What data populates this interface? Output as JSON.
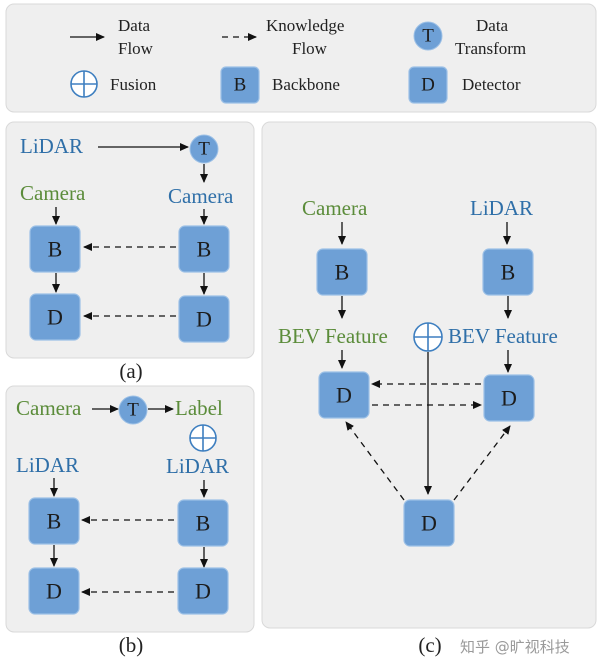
{
  "legend": {
    "data_flow": [
      "Data",
      "Flow"
    ],
    "knowledge_flow": [
      "Knowledge",
      "Flow"
    ],
    "data_transform": [
      "Data",
      "Transform"
    ],
    "transform_symbol": "T",
    "fusion": "Fusion",
    "backbone_symbol": "B",
    "backbone": "Backbone",
    "detector_symbol": "D",
    "detector": "Detector"
  },
  "panel_a": {
    "caption": "(a)",
    "lidar": "LiDAR",
    "transform": "T",
    "camera_left": "Camera",
    "camera_right": "Camera",
    "backbone_left": "B",
    "backbone_right": "B",
    "detector_left": "D",
    "detector_right": "D"
  },
  "panel_b": {
    "caption": "(b)",
    "camera": "Camera",
    "transform": "T",
    "label": "Label",
    "lidar_left": "LiDAR",
    "lidar_right": "LiDAR",
    "backbone_left": "B",
    "backbone_right": "B",
    "detector_left": "D",
    "detector_right": "D"
  },
  "panel_c": {
    "caption": "(c)",
    "camera": "Camera",
    "lidar": "LiDAR",
    "backbone_left": "B",
    "backbone_right": "B",
    "bev_left": "BEV Feature",
    "bev_right": "BEV Feature",
    "detector_left": "D",
    "detector_right": "D",
    "detector_bottom": "D"
  },
  "watermark": "知乎 @旷视科技",
  "colors": {
    "box_fill": "#6ea0d6",
    "modality_blue": "#2f6fa8",
    "modality_green": "#5b8c3a",
    "panel_bg": "#efefef"
  }
}
